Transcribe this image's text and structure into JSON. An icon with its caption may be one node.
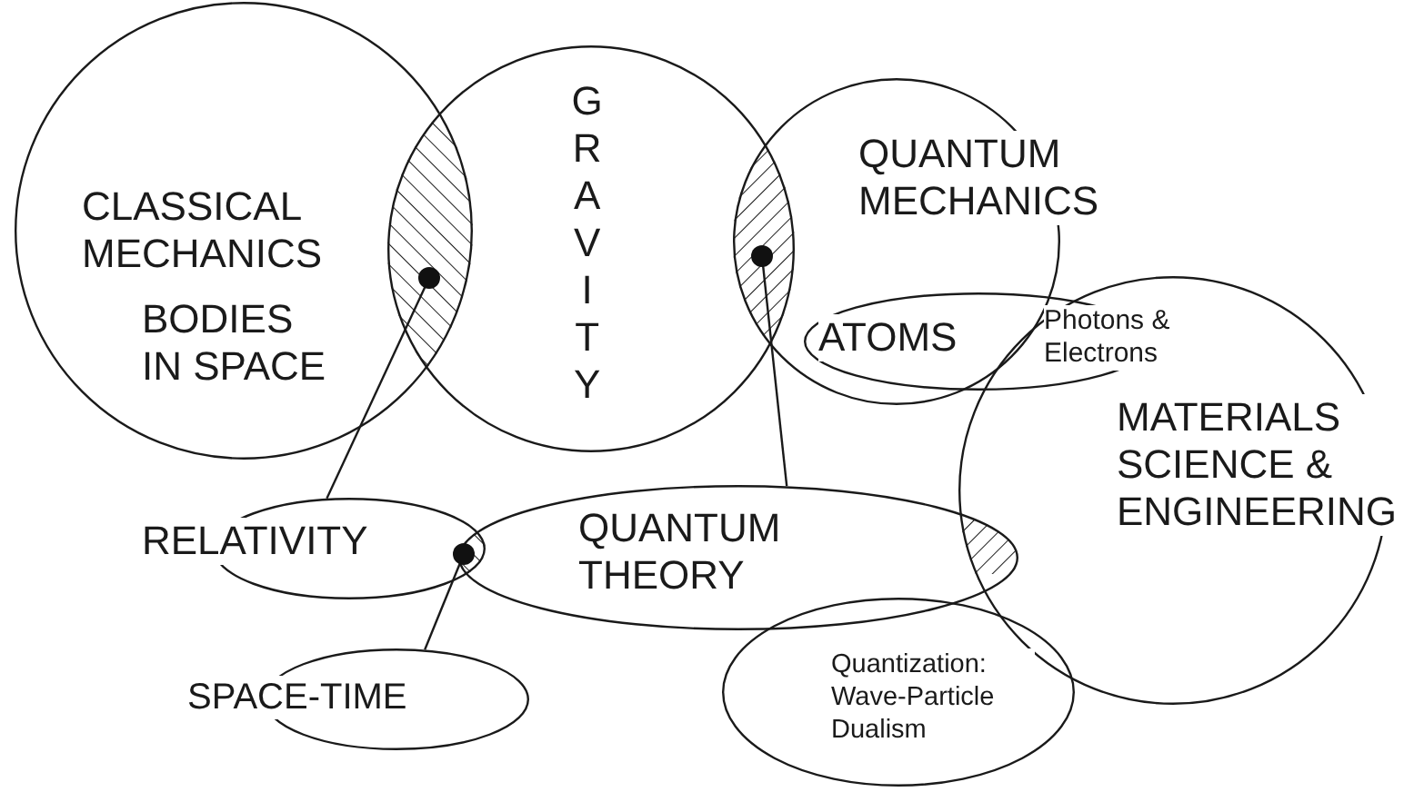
{
  "diagram": {
    "nodes": [
      {
        "text": [
          "CLASSICAL MECHANICS",
          "BODIES IN SPACE"
        ]
      },
      {
        "text": [
          "GRAVITY"
        ]
      },
      {
        "text": [
          "QUANTUM MECHANICS"
        ]
      },
      {
        "text": [
          "ATOMS",
          "Photons & Electrons"
        ]
      },
      {
        "text": [
          "MATERIALS SCIENCE & ENGINEERING"
        ]
      },
      {
        "text": [
          "RELATIVITY"
        ]
      },
      {
        "text": [
          "QUANTUM THEORY"
        ]
      },
      {
        "text": [
          "SPACE-TIME"
        ]
      },
      {
        "text": [
          "Quantization: Wave-Particle Dualism"
        ]
      },
      {
        "text": [],
        "shape": "lens"
      },
      {
        "text": [],
        "shape": "lens"
      },
      {
        "text": [],
        "shape": "lens"
      },
      {
        "text": [],
        "shape": "lens"
      }
    ],
    "edges": [
      {
        "from": 5,
        "to": 9,
        "arrow": "other"
      },
      {
        "from": 6,
        "to": 10,
        "arrow": "other"
      },
      {
        "from": 7,
        "to": 11,
        "arrow": "other"
      }
    ]
  }
}
